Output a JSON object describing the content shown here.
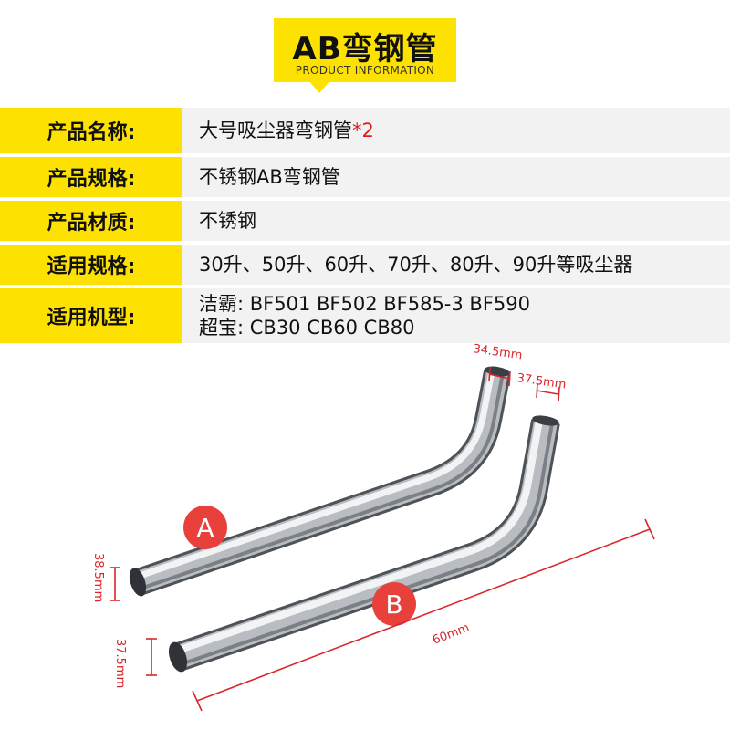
{
  "header": {
    "title": "AB弯钢管",
    "subtitle": "PRODUCT INFORMATION"
  },
  "specs": [
    {
      "label": "产品名称:",
      "value": "大号吸尘器弯钢管",
      "suffix": "*2"
    },
    {
      "label": "产品规格:",
      "value": "不锈钢AB弯钢管"
    },
    {
      "label": "产品材质:",
      "value": "不锈钢"
    },
    {
      "label": "适用规格:",
      "value": "30升、50升、60升、70升、80升、90升等吸尘器"
    },
    {
      "label": "适用机型:",
      "lines": [
        "洁霸:  BF501 BF502 BF585-3 BF590",
        "超宝:  CB30 CB60 CB80"
      ]
    }
  ],
  "image": {
    "pipe_a_label": "A",
    "pipe_b_label": "B",
    "dim_a_top": "34.5mm",
    "dim_b_top": "37.5mm",
    "dim_a_end": "38.5mm",
    "dim_b_end": "37.5mm",
    "dim_length": "60mm",
    "accent_color": "#fde100",
    "marker_color": "#e8403a"
  }
}
